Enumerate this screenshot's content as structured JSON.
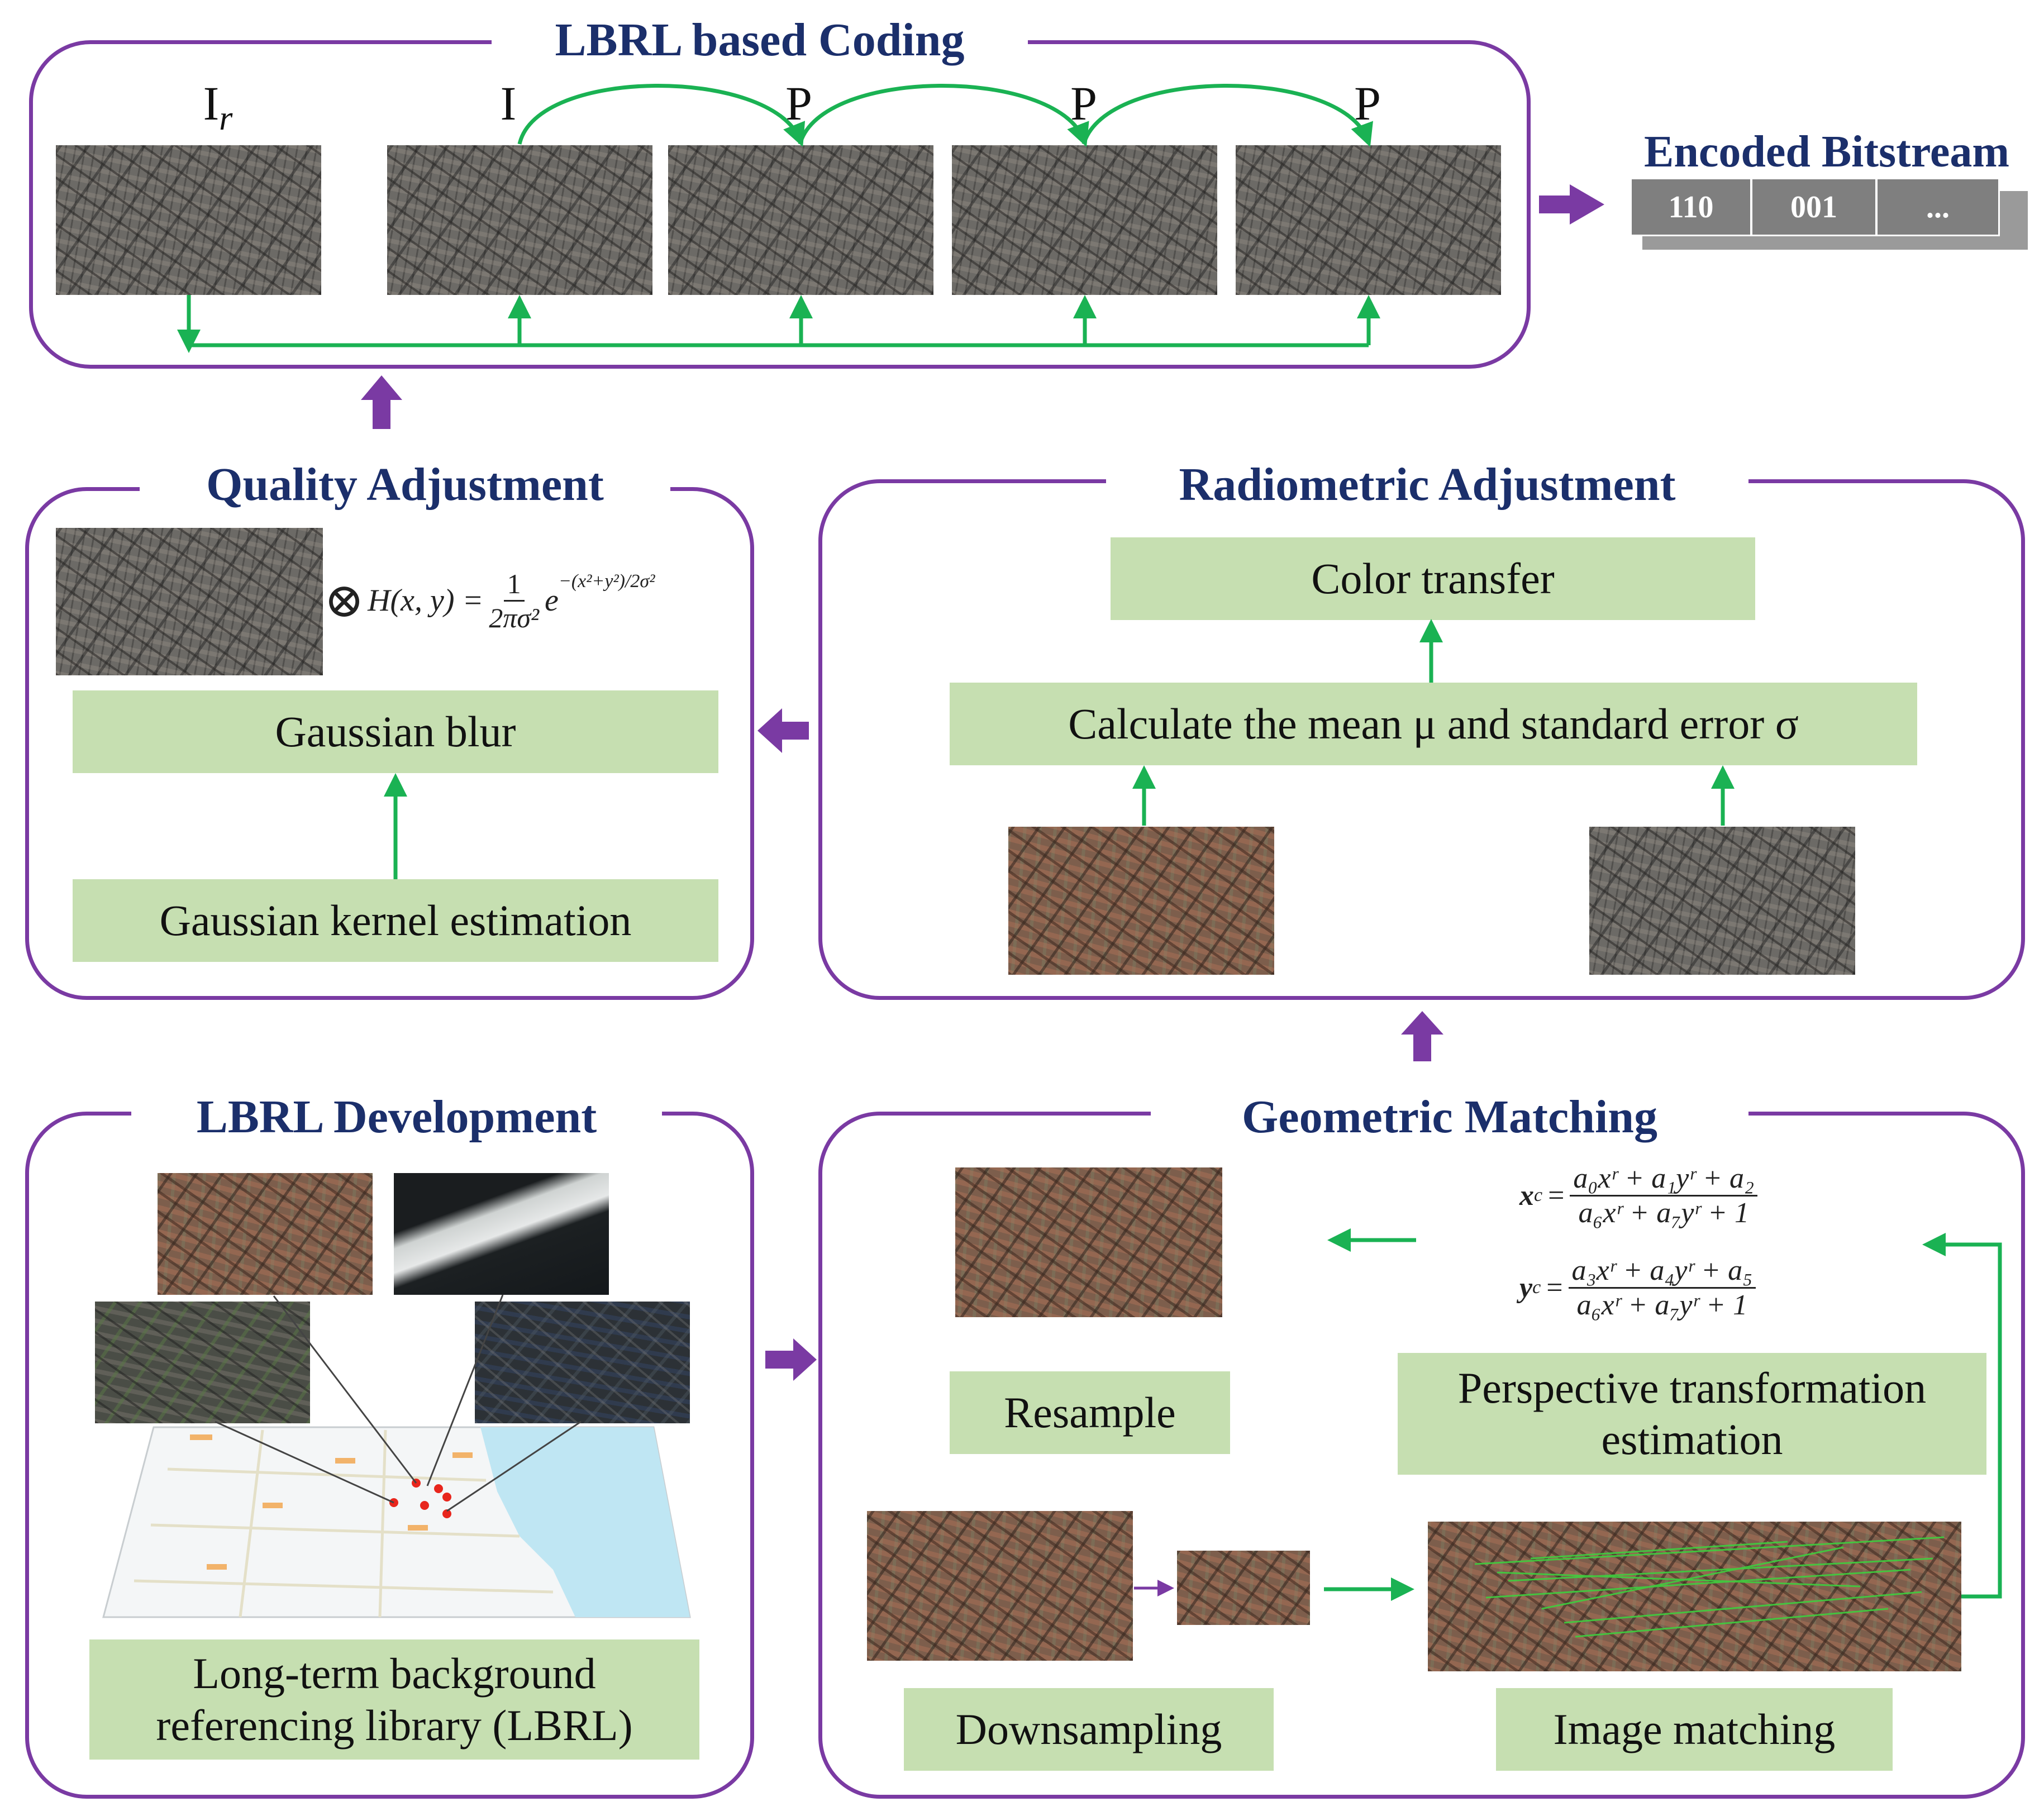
{
  "panels": {
    "coding": {
      "title": "LBRL based Coding",
      "frames": [
        "Ir",
        "I",
        "P",
        "P",
        "P"
      ]
    },
    "bitstream": {
      "title": "Encoded Bitstream",
      "cells": [
        "110",
        "001",
        "..."
      ]
    },
    "quality": {
      "title": "Quality Adjustment",
      "formula_lhs": "H(x, y) =",
      "formula_num": "1",
      "formula_den": "2πσ²",
      "formula_exp": "e",
      "formula_exp_power": "−(x²+y²)/2σ²",
      "blur": "Gaussian blur",
      "kernel": "Gaussian kernel estimation"
    },
    "radiometric": {
      "title": "Radiometric Adjustment",
      "transfer": "Color transfer",
      "stats": "Calculate the mean μ and standard error σ"
    },
    "lbrl": {
      "title": "LBRL Development",
      "library": "Long-term background referencing library (LBRL)"
    },
    "geometric": {
      "title": "Geometric Matching",
      "resample": "Resample",
      "perspective": "Perspective transformation estimation",
      "downsampling": "Downsampling",
      "matching": "Image matching",
      "eq1_lhs": "x",
      "eq1_sup": "c",
      "eq1_num": "a₀xʳ + a₁yʳ + a₂",
      "eq1_den": "a₆xʳ + a₇yʳ + 1",
      "eq2_lhs": "y",
      "eq2_sup": "c",
      "eq2_num": "a₃xʳ + a₄yʳ + a₅",
      "eq2_den": "a₆xʳ + a₇yʳ + 1"
    }
  },
  "colors": {
    "panel_border": "#7a3aa3",
    "title_text": "#1b2f6b",
    "box_fill": "#c6dfb1",
    "arrow_green": "#1ab253",
    "arrow_purple": "#7a3aa3"
  },
  "icons": [
    "convolution-icon",
    "arrow-icon"
  ]
}
